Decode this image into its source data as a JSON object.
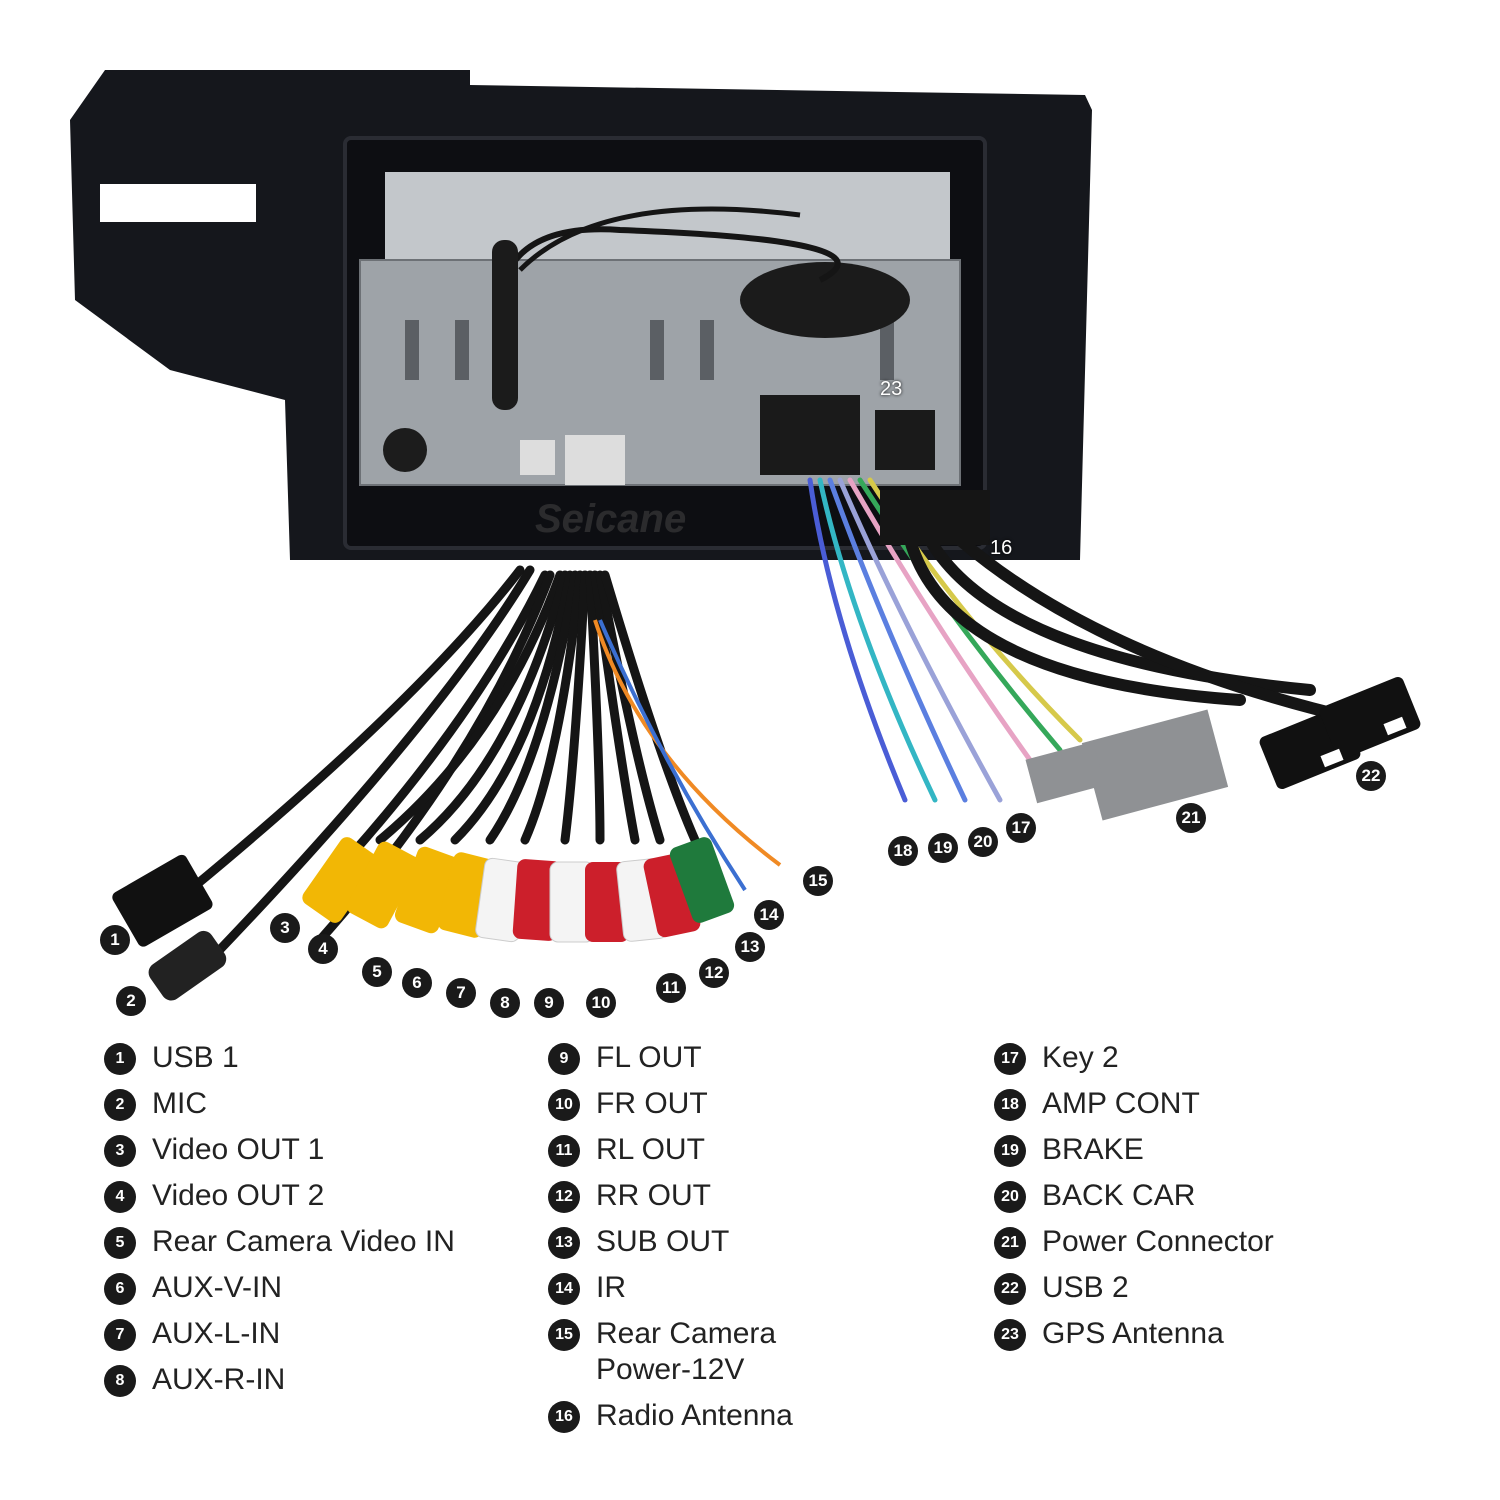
{
  "watermark": "Seicane",
  "diagram": {
    "colors": {
      "frame": "#15171c",
      "unit": "#9ea3a8",
      "cable": "#151515",
      "rca_yellow": "#f2b705",
      "rca_white": "#f4f4f4",
      "rca_red": "#cc1f2b",
      "rca_green": "#1f7a3c",
      "connector_gray": "#8f9194"
    },
    "callouts": [
      {
        "num": "1"
      },
      {
        "num": "2"
      },
      {
        "num": "3"
      },
      {
        "num": "4"
      },
      {
        "num": "5"
      },
      {
        "num": "6"
      },
      {
        "num": "7"
      },
      {
        "num": "8"
      },
      {
        "num": "9"
      },
      {
        "num": "10"
      },
      {
        "num": "11"
      },
      {
        "num": "12"
      },
      {
        "num": "13"
      },
      {
        "num": "14"
      },
      {
        "num": "15"
      },
      {
        "num": "16"
      },
      {
        "num": "17"
      },
      {
        "num": "18"
      },
      {
        "num": "19"
      },
      {
        "num": "20"
      },
      {
        "num": "21"
      },
      {
        "num": "22"
      },
      {
        "num": "23"
      }
    ]
  },
  "legend": {
    "col1": [
      {
        "num": "1",
        "label": "USB 1"
      },
      {
        "num": "2",
        "label": "MIC"
      },
      {
        "num": "3",
        "label": "Video OUT 1"
      },
      {
        "num": "4",
        "label": "Video OUT 2"
      },
      {
        "num": "5",
        "label": "Rear Camera Video IN"
      },
      {
        "num": "6",
        "label": "AUX-V-IN"
      },
      {
        "num": "7",
        "label": "AUX-L-IN"
      },
      {
        "num": "8",
        "label": "AUX-R-IN"
      }
    ],
    "col2": [
      {
        "num": "9",
        "label": "FL OUT"
      },
      {
        "num": "10",
        "label": "FR OUT"
      },
      {
        "num": "11",
        "label": "RL OUT"
      },
      {
        "num": "12",
        "label": "RR OUT"
      },
      {
        "num": "13",
        "label": "SUB OUT"
      },
      {
        "num": "14",
        "label": "IR"
      },
      {
        "num": "15",
        "label": "Rear Camera Power-12V"
      },
      {
        "num": "16",
        "label": "Radio Antenna"
      }
    ],
    "col3": [
      {
        "num": "17",
        "label": "Key 2"
      },
      {
        "num": "18",
        "label": "AMP CONT"
      },
      {
        "num": "19",
        "label": "BRAKE"
      },
      {
        "num": "20",
        "label": "BACK CAR"
      },
      {
        "num": "21",
        "label": "Power Connector"
      },
      {
        "num": "22",
        "label": "USB 2"
      },
      {
        "num": "23",
        "label": "GPS Antenna"
      }
    ]
  }
}
